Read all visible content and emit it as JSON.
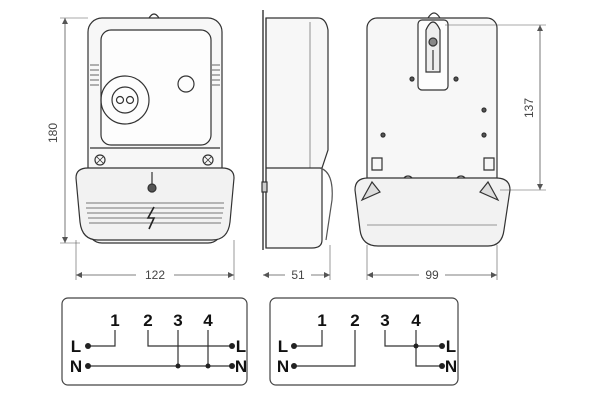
{
  "dimensions": {
    "height": "180",
    "width_front": "122",
    "depth": "51",
    "width_back": "99",
    "mount_spacing": "137"
  },
  "wiring_left": {
    "terminals": [
      "1",
      "2",
      "3",
      "4"
    ],
    "line_labels": {
      "l_left": "L",
      "n_left": "N",
      "l_right": "L",
      "n_right": "N"
    }
  },
  "wiring_right": {
    "terminals": [
      "1",
      "2",
      "3",
      "4"
    ],
    "line_labels": {
      "l_left": "L",
      "n_left": "N",
      "l_right": "L",
      "n_right": "N"
    }
  },
  "colors": {
    "line": "#333333",
    "light_line": "#777777",
    "fill": "#f4f4f4",
    "accent": "#dddddd"
  }
}
